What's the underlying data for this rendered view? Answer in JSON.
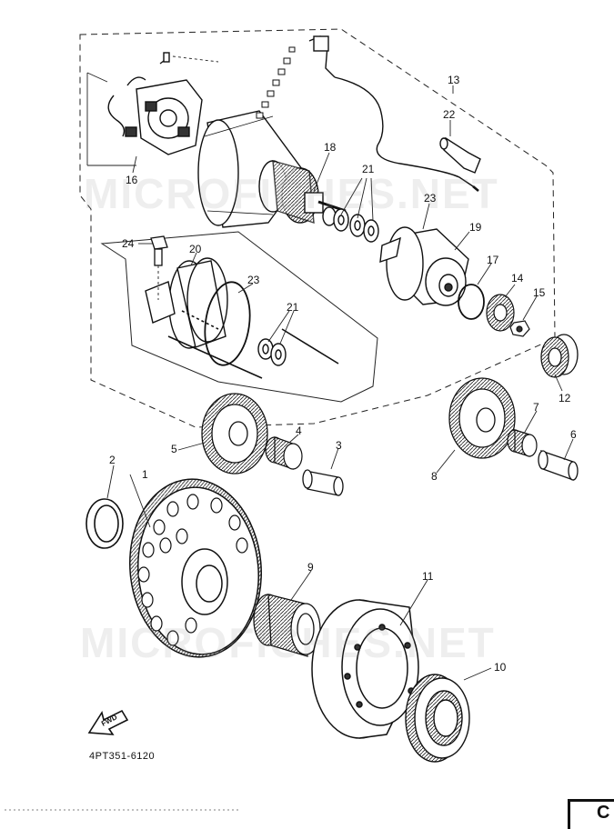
{
  "diagram": {
    "part_code": "4PT351-6120",
    "watermark": "MICROFICHES.NET",
    "fwd_label": "FWD",
    "corner_char": "C",
    "callouts": [
      {
        "id": "1",
        "label": "1"
      },
      {
        "id": "2",
        "label": "2"
      },
      {
        "id": "3",
        "label": "3"
      },
      {
        "id": "4",
        "label": "4"
      },
      {
        "id": "5",
        "label": "5"
      },
      {
        "id": "6",
        "label": "6"
      },
      {
        "id": "7",
        "label": "7"
      },
      {
        "id": "8",
        "label": "8"
      },
      {
        "id": "9",
        "label": "9"
      },
      {
        "id": "10",
        "label": "10"
      },
      {
        "id": "11",
        "label": "11"
      },
      {
        "id": "12",
        "label": "12"
      },
      {
        "id": "13",
        "label": "13"
      },
      {
        "id": "14",
        "label": "14"
      },
      {
        "id": "15",
        "label": "15"
      },
      {
        "id": "16",
        "label": "16"
      },
      {
        "id": "17",
        "label": "17"
      },
      {
        "id": "18",
        "label": "18"
      },
      {
        "id": "19",
        "label": "19"
      },
      {
        "id": "20",
        "label": "20"
      },
      {
        "id": "21a",
        "label": "21"
      },
      {
        "id": "21b",
        "label": "21"
      },
      {
        "id": "22",
        "label": "22"
      },
      {
        "id": "23a",
        "label": "23"
      },
      {
        "id": "23b",
        "label": "23"
      },
      {
        "id": "24",
        "label": "24"
      }
    ]
  }
}
